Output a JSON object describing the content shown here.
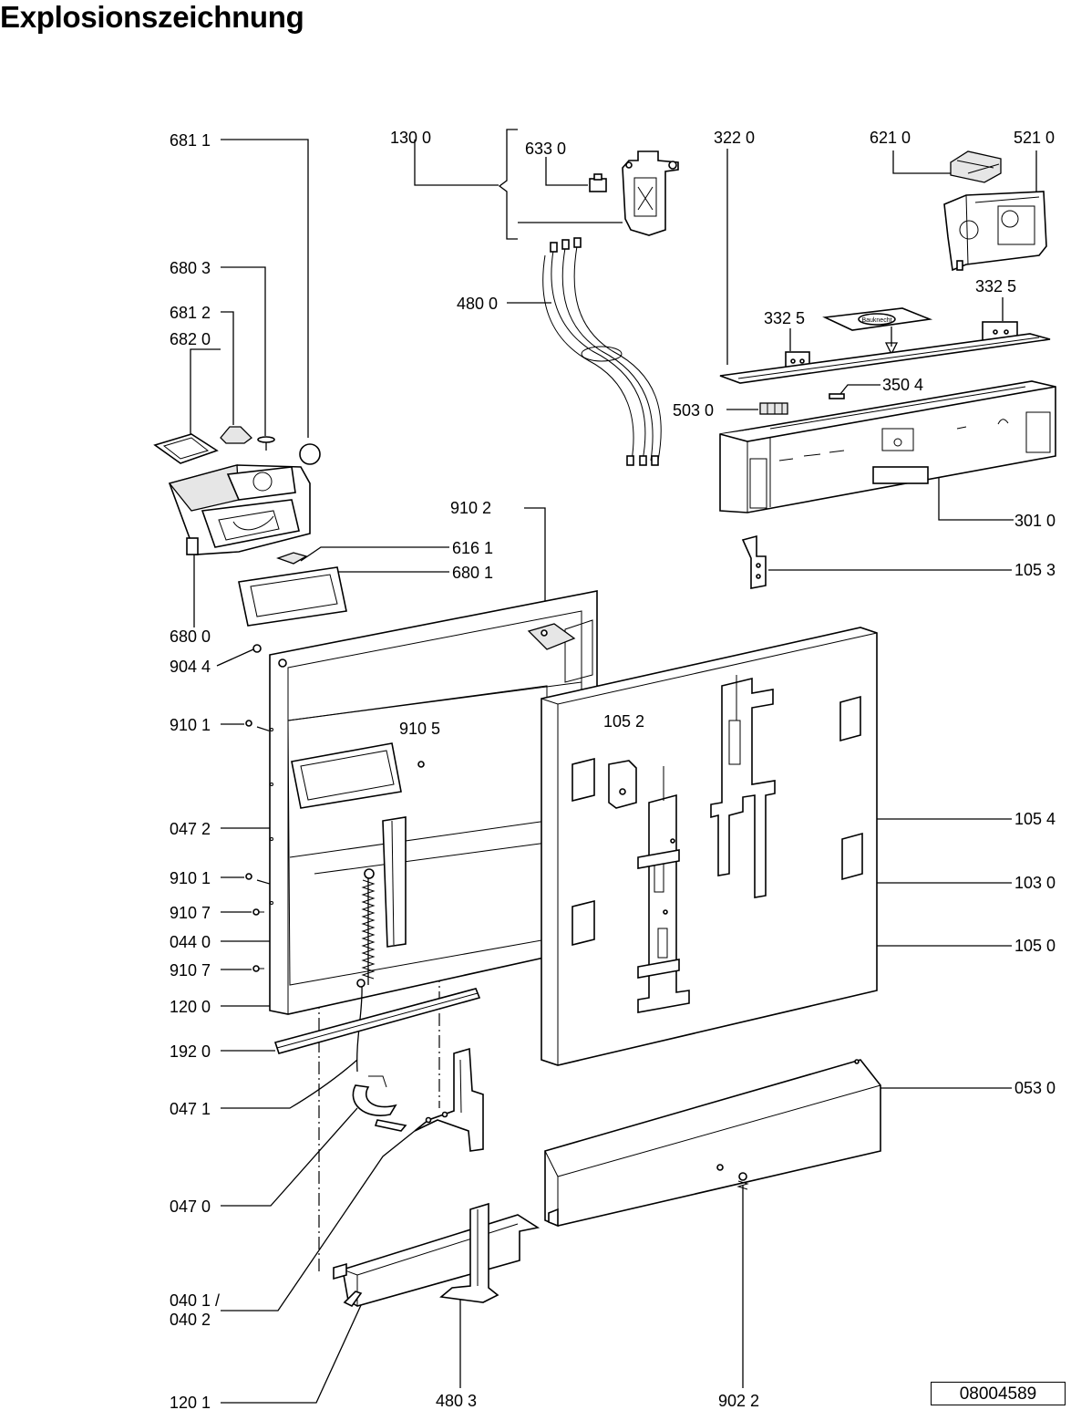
{
  "title": "Explosionszeichnung",
  "document_number": "08004589",
  "brand_label": "Bauknecht",
  "labels": {
    "l6811": "681 1",
    "l1300": "130 0",
    "l6330": "633 0",
    "l3220": "322  0",
    "l6210": "621 0",
    "l5210": "521 0",
    "l6803": "680 3",
    "l4800": "480 0",
    "l3325a": "332  5",
    "l3325b": "332  5",
    "l6812": "681 2",
    "l6820": "682 0",
    "l3504": "350 4",
    "l5030": "503  0",
    "l9102": "910 2",
    "l3010": "301 0",
    "l6161": "616 1",
    "l6801": "680 1",
    "l1053": "105 3",
    "l6800": "680 0",
    "l9044": "904 4",
    "l9101a": "910 1",
    "l9105": "910 5",
    "l1052": "105 2",
    "l0472": "047 2",
    "l1054": "105 4",
    "l9101b": "910 1",
    "l1030": "103 0",
    "l9107a": "910 7",
    "l0440": "044 0",
    "l1050": "105 0",
    "l9107b": "910 7",
    "l1200": "120 0",
    "l1920": "192 0",
    "l0530": "053 0",
    "l0471": "047 1",
    "l0470": "047 0",
    "l0401": "040 1 /",
    "l0402": "040 2",
    "l1201": "120 1",
    "l4803": "480 3",
    "l9022": "902 2"
  }
}
